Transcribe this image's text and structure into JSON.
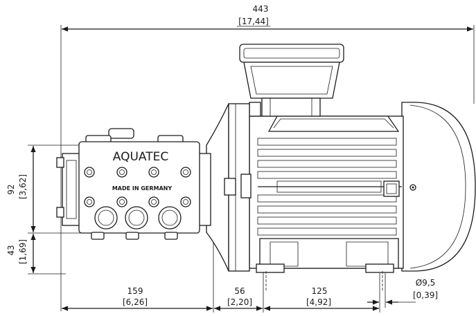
{
  "overall_length": {
    "value": "443",
    "inch": "[17,44]"
  },
  "pump_height": {
    "value": "92",
    "inch": "[3,62]"
  },
  "shaft_height": {
    "value": "43",
    "inch": "[1,69]"
  },
  "dim_159": {
    "value": "159",
    "inch": "[6,26]"
  },
  "dim_56": {
    "value": "56",
    "inch": "[2,20]"
  },
  "dim_125": {
    "value": "125",
    "inch": "[4,92]"
  },
  "hole_diameter": {
    "value": "Ø9,5",
    "inch": "[0,39]"
  },
  "pump_brand": "AQUATEC",
  "pump_origin": "MADE IN GERMANY"
}
